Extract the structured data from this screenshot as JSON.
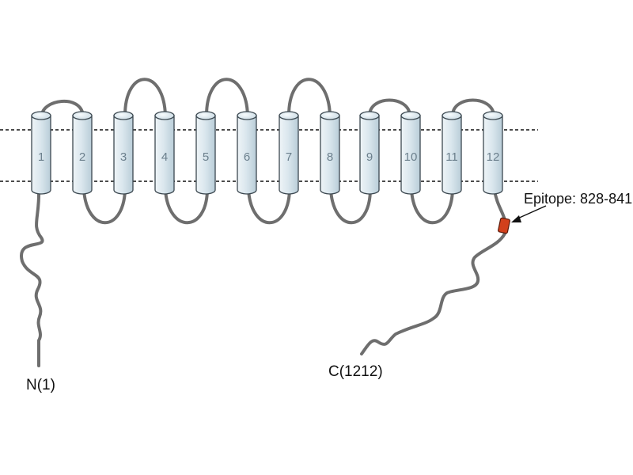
{
  "diagram": {
    "helices": [
      "1",
      "2",
      "3",
      "4",
      "5",
      "6",
      "7",
      "8",
      "9",
      "10",
      "11",
      "12"
    ],
    "n_terminus": "N(1)",
    "c_terminus": "C(1212)",
    "epitope": "Epitope: 828-841",
    "colors": {
      "helix_fill_light": "#eef4f7",
      "helix_fill_dark": "#b9cdd8",
      "helix_stroke": "#3c4850",
      "loop": "#6e6e6e",
      "membrane": "#111111",
      "epitope": "#d2401c"
    }
  }
}
